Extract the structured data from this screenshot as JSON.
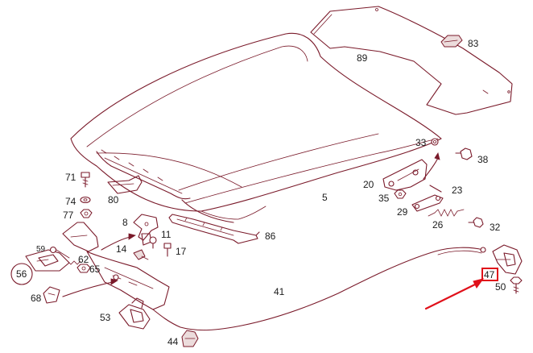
{
  "colors": {
    "line": "#7a1a2a",
    "highlight": "#e0101a",
    "label": "#1c1c1c"
  },
  "labels": {
    "p83": "83",
    "p89": "89",
    "p33": "33",
    "p38": "38",
    "p71": "71",
    "p74": "74",
    "p77": "77",
    "p80": "80",
    "p20": "20",
    "p5": "5",
    "p23": "23",
    "p35": "35",
    "p29": "29",
    "p8": "8",
    "p11": "11",
    "p86": "86",
    "p26": "26",
    "p32": "32",
    "p59": "59",
    "p14": "14",
    "p17": "17",
    "p62": "62",
    "p65": "65",
    "p56": "56",
    "p68": "68",
    "p41": "41",
    "p47": "47",
    "p50": "50",
    "p53": "53",
    "p44": "44"
  },
  "highlighted_part": "47"
}
